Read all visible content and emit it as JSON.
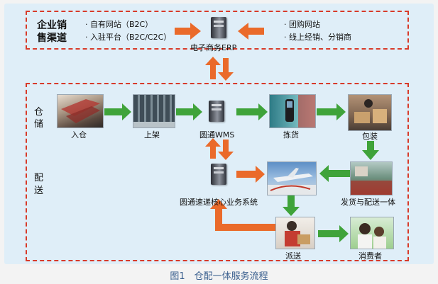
{
  "channel": {
    "title_line1": "企业销",
    "title_line2": "售渠道",
    "left_items": [
      "· 自有网站（B2C）",
      "· 入驻平台（B2C/C2C）"
    ],
    "right_items": [
      "· 团购网站",
      "· 线上经销、分销商"
    ],
    "erp_label": "电子商务ERP"
  },
  "sections": {
    "warehouse_char1": "仓",
    "warehouse_char2": "储",
    "delivery_char1": "配",
    "delivery_char2": "送"
  },
  "nodes": {
    "inbound": "入仓",
    "shelving": "上架",
    "wms": "圆通WMS",
    "picking": "拣货",
    "packing": "包装",
    "core_system": "圆通速递核心业务系统",
    "ship_integrated": "发货与配送一体",
    "dispatch": "派送",
    "consumer": "消费者"
  },
  "caption": "图1　仓配一体服务流程",
  "colors": {
    "green_arrow": "#3fa33a",
    "orange_arrow": "#ea6a2a",
    "dash_border": "#d83a2a",
    "panel_bg": "#dfeef8",
    "caption_text": "#3a5f8e"
  }
}
